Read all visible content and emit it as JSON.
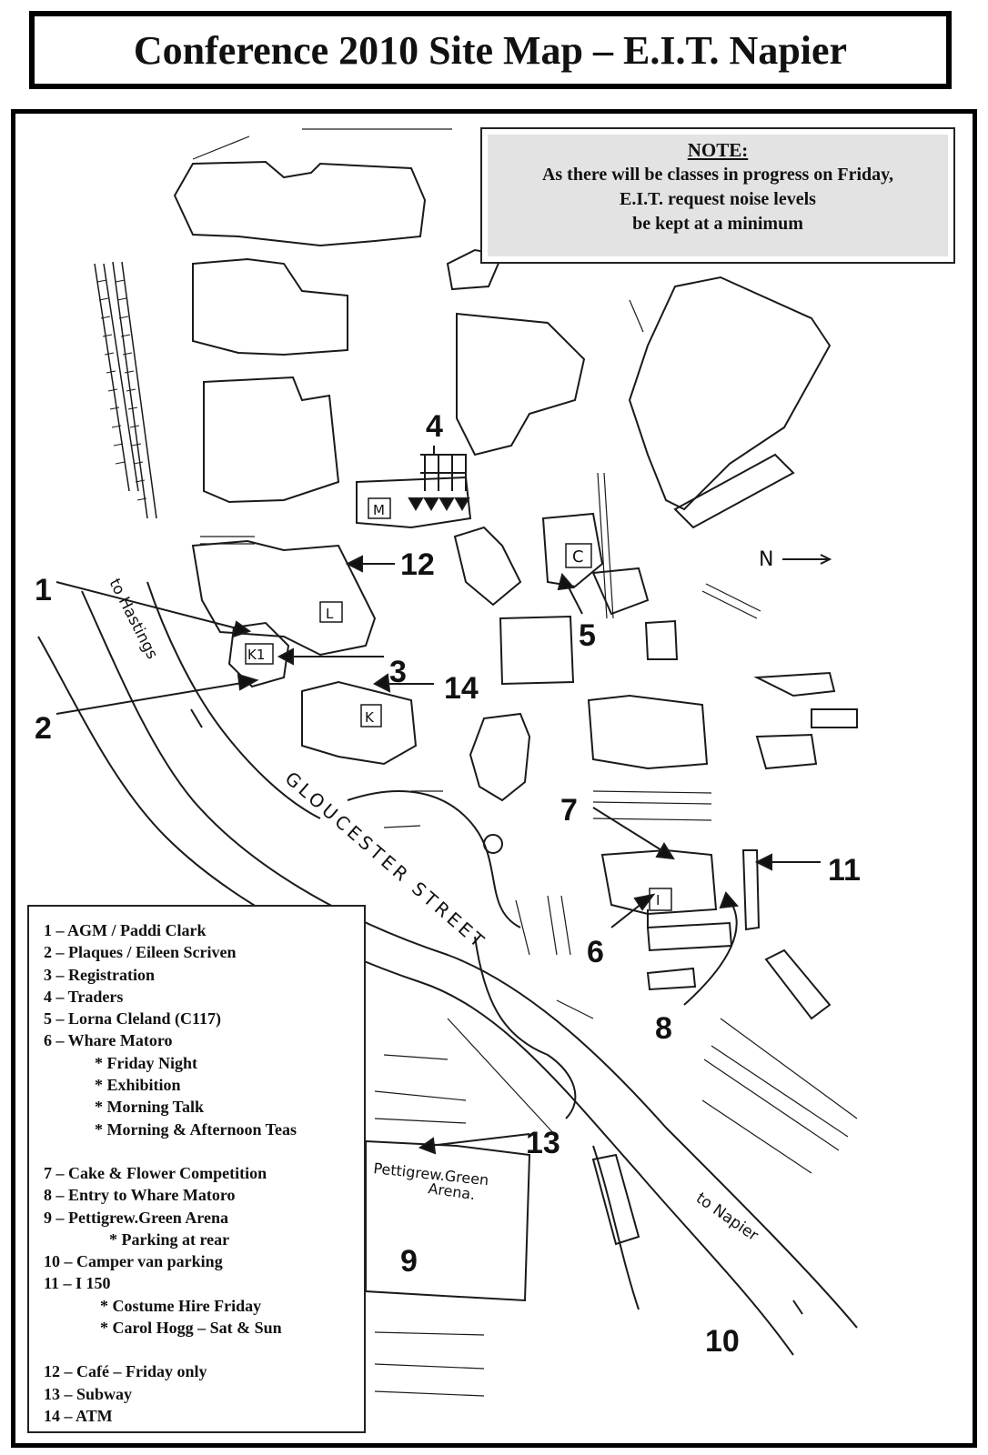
{
  "title": "Conference 2010 Site Map  –  E.I.T.  Napier",
  "note": {
    "heading": "NOTE:",
    "lines": [
      "As there will be classes in progress on Friday,",
      "E.I.T. request noise levels",
      "be kept at a minimum"
    ]
  },
  "markers": {
    "m1": "1",
    "m2": "2",
    "m3": "3",
    "m4": "4",
    "m5": "5",
    "m6": "6",
    "m7": "7",
    "m8": "8",
    "m9": "9",
    "m10": "10",
    "m11": "11",
    "m12": "12",
    "m13": "13",
    "m14": "14"
  },
  "building_labels": {
    "M": "M",
    "C": "C",
    "L": "L",
    "K1": "K1",
    "K": "K",
    "I": "I"
  },
  "map_text": {
    "north": "N",
    "street_name": "GLOUCESTER   STREET",
    "to_hastings": "to Hastings",
    "to_napier": "to Napier",
    "arena_line1": "Pettigrew.Green",
    "arena_line2": "Arena."
  },
  "legend": {
    "items": [
      {
        "text": "1 – AGM     /   Paddi Clark",
        "sub": []
      },
      {
        "text": "2 – Plaques    /    Eileen Scriven",
        "sub": []
      },
      {
        "text": "3 – Registration",
        "sub": []
      },
      {
        "text": "4 – Traders",
        "sub": []
      },
      {
        "text": "5 – Lorna Cleland  (C117)",
        "sub": []
      },
      {
        "text": "6 – Whare Matoro",
        "sub": [
          "*  Friday Night",
          "*  Exhibition",
          "*  Morning Talk",
          "*  Morning & Afternoon Teas"
        ]
      },
      {
        "text": "7 – Cake & Flower Competition",
        "sub": [],
        "gap": true
      },
      {
        "text": "8 – Entry to Whare Matoro",
        "sub": []
      },
      {
        "text": "9 – Pettigrew.Green Arena",
        "sub": [
          "* Parking at rear"
        ]
      },
      {
        "text": "10 – Camper van parking",
        "sub": []
      },
      {
        "text": "11 –   I 150",
        "sub": [
          "* Costume Hire Friday",
          "* Carol Hogg – Sat & Sun"
        ]
      },
      {
        "text": "12 – Café – Friday only",
        "sub": [],
        "gap": true
      },
      {
        "text": "13 – Subway",
        "sub": []
      },
      {
        "text": "14 – ATM",
        "sub": []
      }
    ]
  }
}
